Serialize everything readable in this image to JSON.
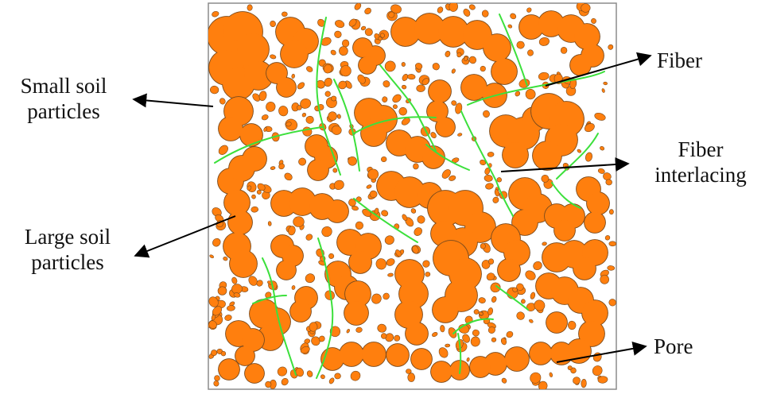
{
  "labels": {
    "small_soil": [
      "Small soil",
      "particles"
    ],
    "large_soil": [
      "Large soil",
      "particles"
    ],
    "fiber": "Fiber",
    "fiber_interlacing": [
      "Fiber",
      "interlacing"
    ],
    "pore": "Pore"
  },
  "colors": {
    "particle_fill": "#FF7F0E",
    "particle_stroke": "#7a4a1c",
    "fiber": "#3CE03C",
    "arrow": "#000000",
    "frame": "#8c8c8c"
  },
  "icons": {
    "arrowhead": "arrowhead-icon"
  }
}
